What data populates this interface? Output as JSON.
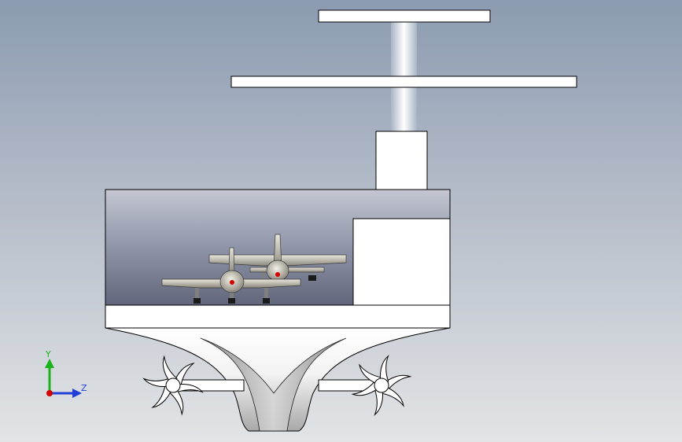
{
  "viewport": {
    "background_top": "#8c9bb1",
    "background_bottom": "#e2e4e6"
  },
  "model": {
    "outline_color": "#000000",
    "face_color": "#ffffff",
    "hangar_tint": "#9aa0b4",
    "aircraft_count": 2,
    "aircraft_marker_color": "#d40000",
    "propeller_count": 2
  },
  "triad": {
    "y_label": "Y",
    "z_label": "Z",
    "y_color": "#1bb31b",
    "z_color": "#1f3fd6",
    "origin_color": "#d40000"
  }
}
